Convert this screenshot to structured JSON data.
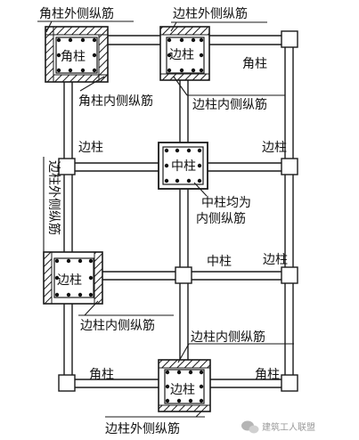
{
  "labels": {
    "corner_outer_top": "角柱外侧纵筋",
    "edge_outer_top": "边柱外侧纵筋",
    "corner_tl": "角柱",
    "edge_top_col": "边柱",
    "corner_tr": "角柱",
    "corner_inner": "角柱内侧纵筋",
    "edge_inner_top": "边柱内侧纵筋",
    "edge_left_mid": "边柱",
    "center_col": "中柱",
    "edge_right_mid": "边柱",
    "edge_outer_vertical": "边柱外侧纵筋",
    "center_note_1": "中柱均为",
    "center_note_2": "内侧纵筋",
    "center_col_2": "中柱",
    "edge_right_low": "边柱",
    "edge_left_low": "边柱",
    "edge_inner_left": "边柱内侧纵筋",
    "edge_inner_bottom": "边柱内侧纵筋",
    "corner_bl": "角柱",
    "edge_bottom_col": "边柱",
    "corner_br": "角柱",
    "edge_outer_bottom": "边柱外侧纵筋",
    "watermark": "建筑工人联盟"
  },
  "colors": {
    "line": "#1a1a1a",
    "rebar_dot": "#111111",
    "watermark": "#9a9a9a"
  }
}
